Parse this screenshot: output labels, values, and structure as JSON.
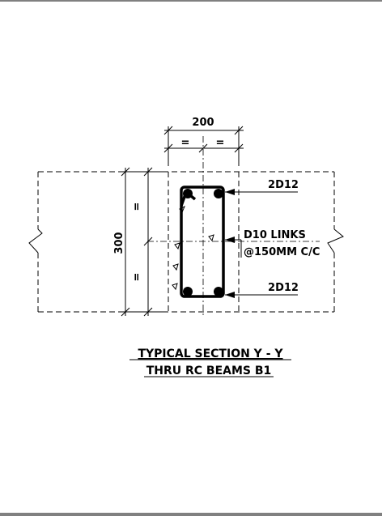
{
  "drawing": {
    "dimensions": {
      "width": "200",
      "height": "300",
      "equal_mark": "="
    },
    "callouts": {
      "top_bars": "2D12",
      "links_line1": "D10 LINKS",
      "links_line2": "@150MM C/C",
      "bottom_bars": "2D12"
    },
    "title": {
      "line1": "TYPICAL SECTION Y - Y",
      "line2": "THRU RC BEAMS B1"
    }
  }
}
